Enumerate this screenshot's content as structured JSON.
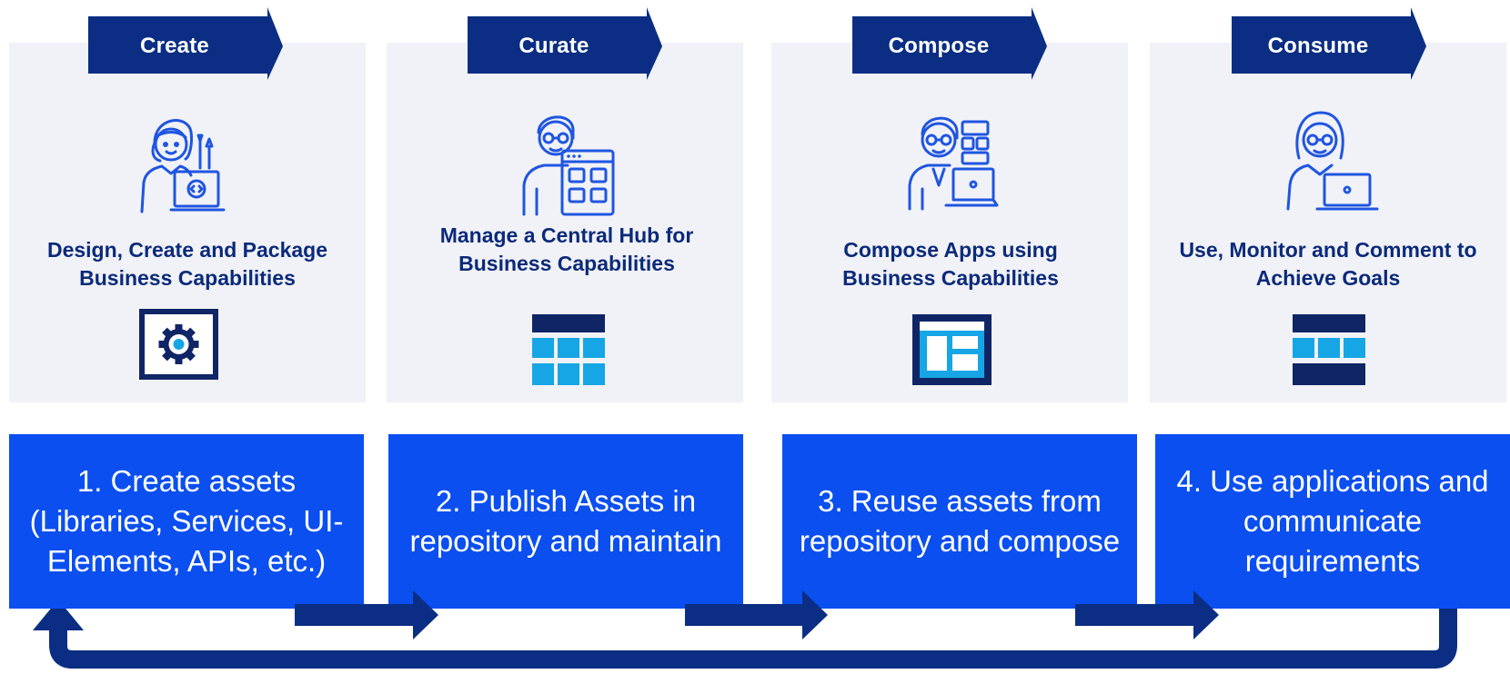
{
  "stages": [
    {
      "tag": "Create",
      "desc": "Design, Create and Package Business Capabilities",
      "person_icon": "developer-laptop-icon",
      "asset_icon": "gear-icon",
      "step": "1. Create assets (Libraries, Services, UI-Elements, APIs, etc.)"
    },
    {
      "tag": "Curate",
      "desc": "Manage a Central Hub for Business Capabilities",
      "person_icon": "curator-window-icon",
      "asset_icon": "grid-tiles-icon",
      "step": "2. Publish Assets in repository and maintain"
    },
    {
      "tag": "Compose",
      "desc": "Compose Apps using Business Capabilities",
      "person_icon": "composer-blocks-icon",
      "asset_icon": "layout-window-icon",
      "step": "3. Reuse assets from repository and compose"
    },
    {
      "tag": "Consume",
      "desc": "Use, Monitor and Comment to Achieve Goals",
      "person_icon": "consumer-laptop-icon",
      "asset_icon": "row-tiles-icon",
      "step": "4. Use applications and communicate requirements"
    }
  ],
  "colors": {
    "navy": "#0b2e84",
    "panel": "#f1f2f7",
    "step_blue": "#0b4ff0",
    "icon_blue": "#1f55e0",
    "tile_cyan": "#16a6e6",
    "dark_navy": "#0f2566"
  }
}
